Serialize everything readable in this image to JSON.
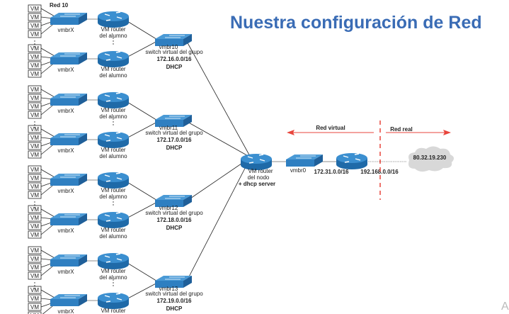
{
  "title": "Nuestra configuración de Red",
  "corner_mark": "A",
  "vm_label": "VM",
  "host_switch_label": "vmbrX",
  "student_router_label": [
    "VM router",
    "del alumno"
  ],
  "group_switch_caption": "switch virtual del grupo",
  "first_group_label": "Red 10",
  "groups": [
    {
      "bridge": "vmbr10",
      "subnet": "172.16.0.0/16",
      "service": "DHCP"
    },
    {
      "bridge": "vmbr11",
      "subnet": "172.17.0.0/16",
      "service": "DHCP"
    },
    {
      "bridge": "vmbr12",
      "subnet": "172.18.0.0/16",
      "service": "DHCP"
    },
    {
      "bridge": "vmbr13",
      "subnet": "172.19.0.0/16",
      "service": "DHCP"
    }
  ],
  "node_router": [
    "VM router",
    "del nodo",
    "+ dhcp server"
  ],
  "uplink_bridge": "vmbr0",
  "uplink_subnet": "172.31.0.0/16",
  "external_subnet": "192.168.0.0/16",
  "cloud_ip": "80.32.19.230",
  "virtual_label": "Red virtual",
  "real_label": "Red real",
  "colors": {
    "title": "#3a6cb5",
    "device": "#2f7fc1",
    "boundary": "#e8453c"
  }
}
